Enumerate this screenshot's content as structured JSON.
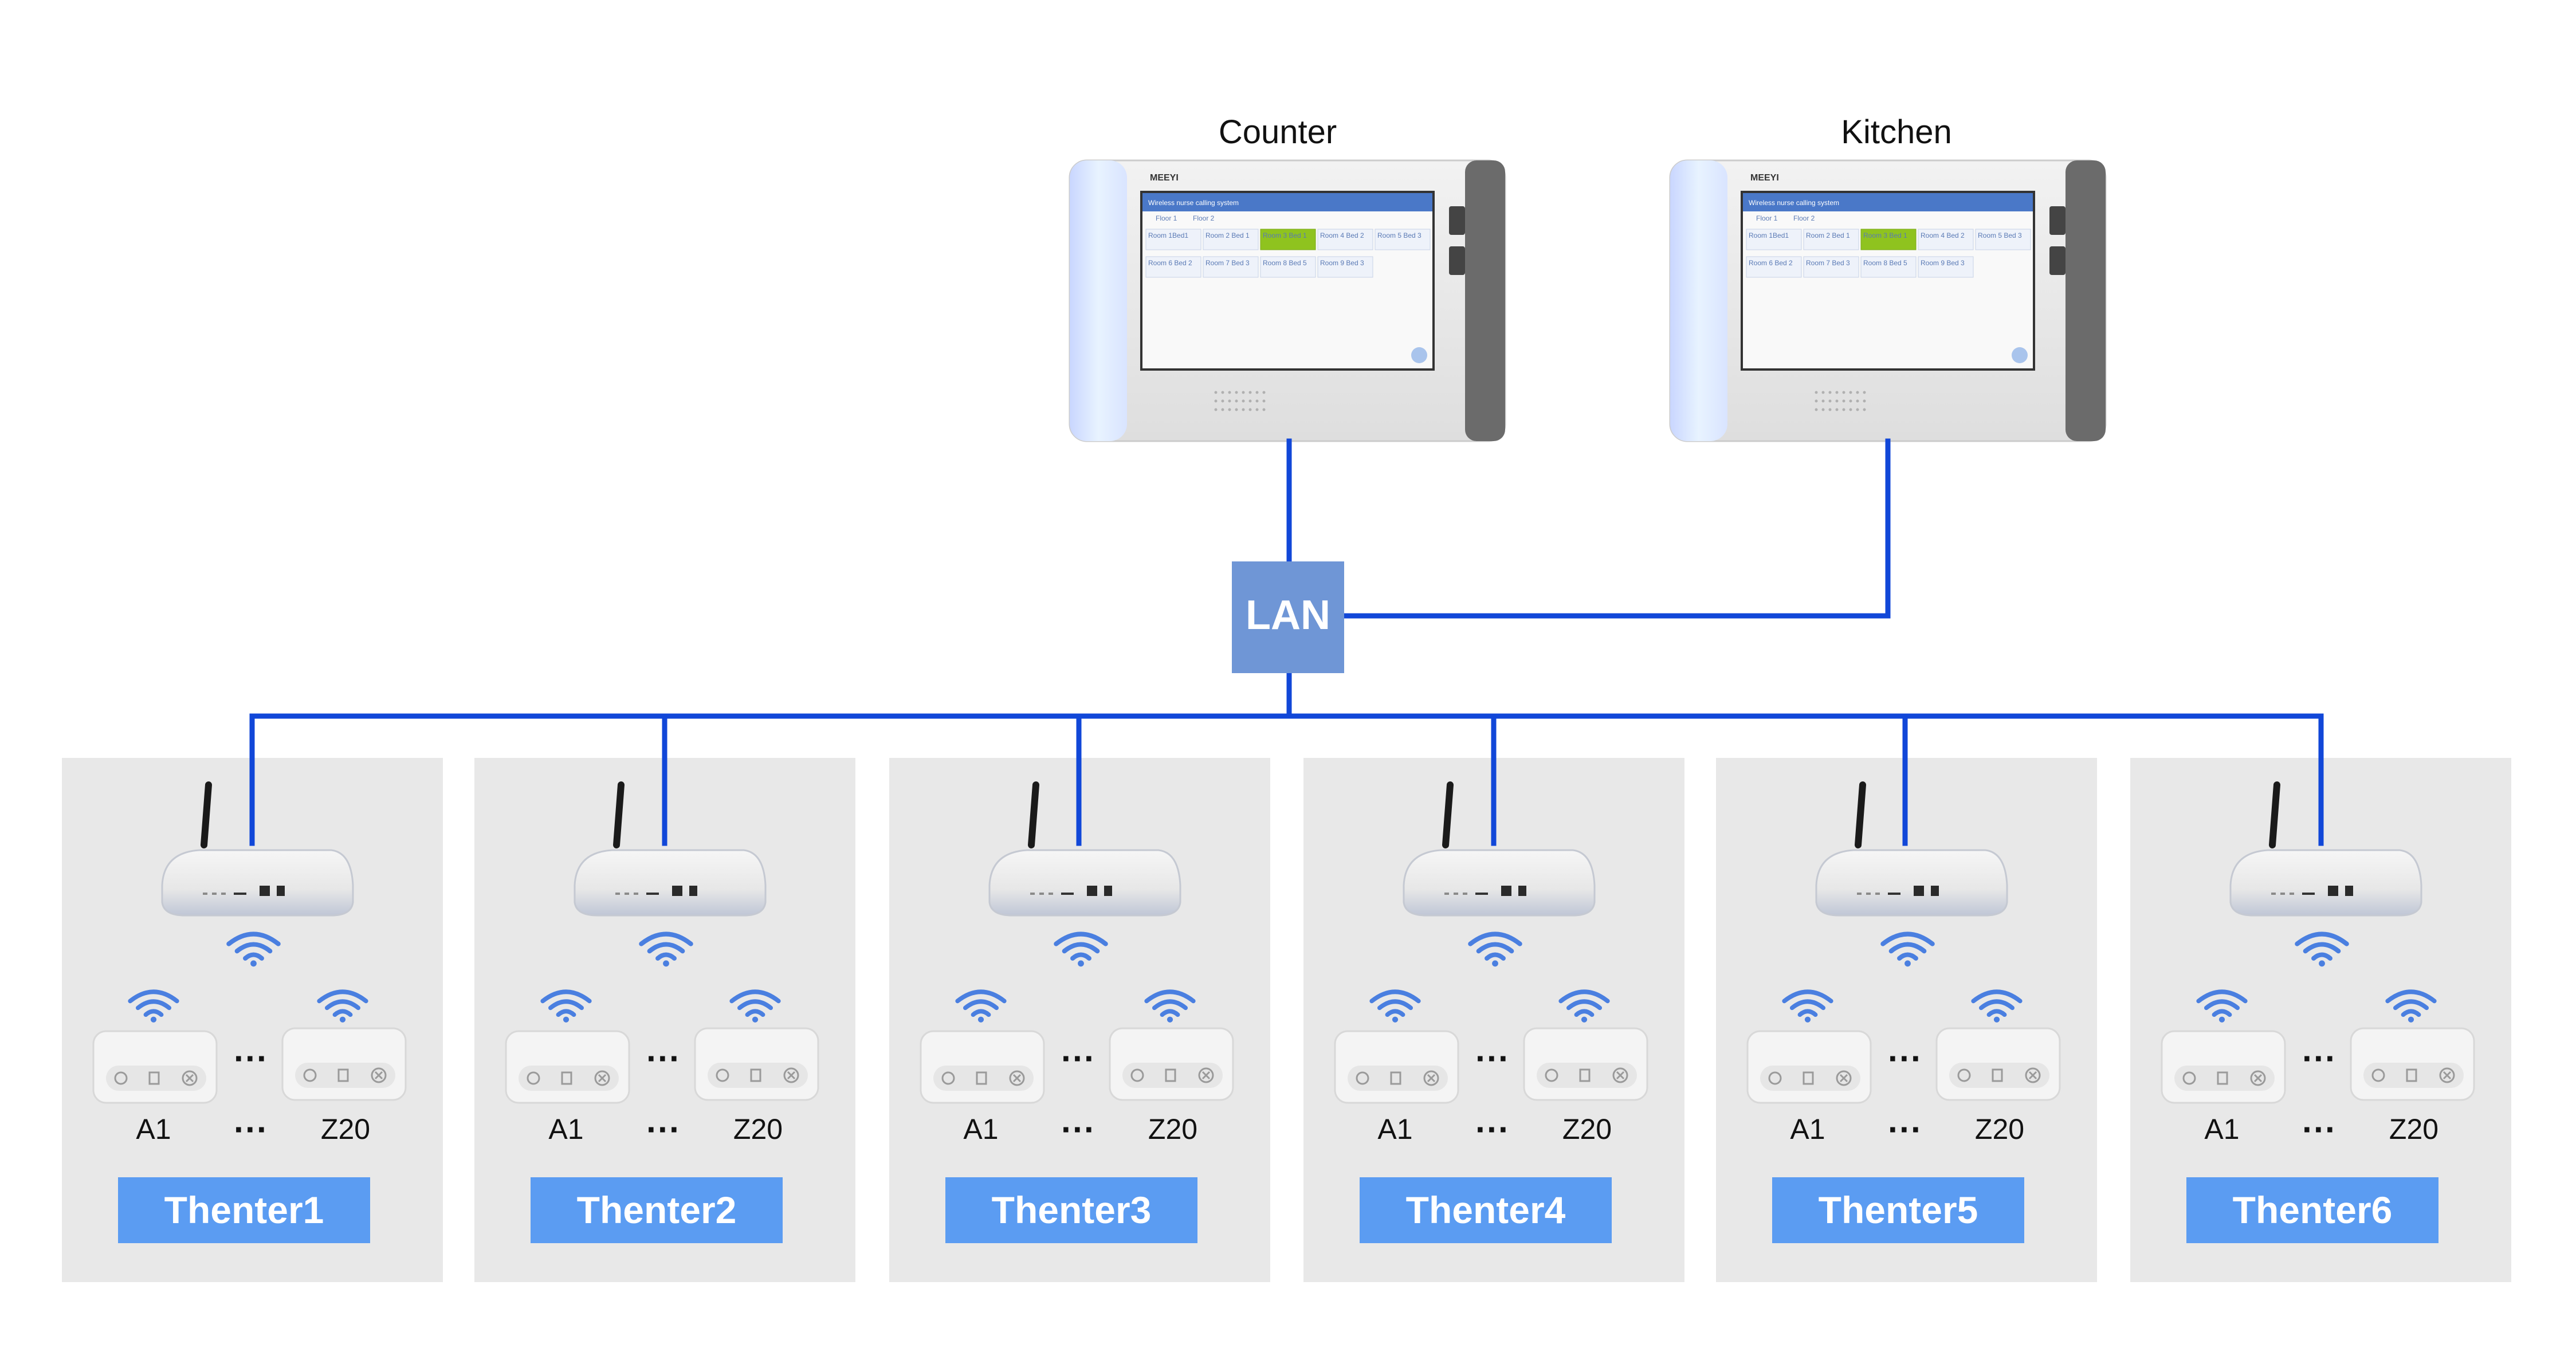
{
  "lan": {
    "label": "LAN"
  },
  "terminals": [
    {
      "title": "Counter",
      "brand": "MEEYI",
      "screen_title": "Wireless nurse calling system",
      "tabs": [
        "Floor 1",
        "Floor 2"
      ],
      "rooms": [
        "Room 1Bed1",
        "Room 2 Bed 1",
        "Room 3 Bed 1",
        "Room 4 Bed 2",
        "Room 5 Bed 3",
        "Room 6 Bed 2",
        "Room 7 Bed 3",
        "Room 8 Bed 5",
        "Room 9 Bed 3"
      ],
      "active_room": 2
    },
    {
      "title": "Kitchen",
      "brand": "MEEYI",
      "screen_title": "Wireless nurse calling system",
      "tabs": [
        "Floor 1",
        "Floor 2"
      ],
      "rooms": [
        "Room 1Bed1",
        "Room 2 Bed 1",
        "Room 3 Bed 1",
        "Room 4 Bed 2",
        "Room 5 Bed 3",
        "Room 6 Bed 2",
        "Room 7 Bed 3",
        "Room 8 Bed 5",
        "Room 9 Bed 3"
      ],
      "active_room": 2
    }
  ],
  "groups": [
    {
      "label": "Thenter1",
      "first_device": "A1",
      "last_device": "Z20",
      "ellipsis": "···"
    },
    {
      "label": "Thenter2",
      "first_device": "A1",
      "last_device": "Z20",
      "ellipsis": "···"
    },
    {
      "label": "Thenter3",
      "first_device": "A1",
      "last_device": "Z20",
      "ellipsis": "···"
    },
    {
      "label": "Thenter4",
      "first_device": "A1",
      "last_device": "Z20",
      "ellipsis": "···"
    },
    {
      "label": "Thenter5",
      "first_device": "A1",
      "last_device": "Z20",
      "ellipsis": "···"
    },
    {
      "label": "Thenter6",
      "first_device": "A1",
      "last_device": "Z20",
      "ellipsis": "···"
    }
  ],
  "colors": {
    "line": "#1147d8",
    "lan_box": "#6f96d6",
    "group_bg": "#e8e8e8",
    "group_button": "#5b9cf2",
    "wifi": "#4a7fe0",
    "screen_active": "#8fc31f"
  },
  "icons": {
    "router": "router-icon",
    "wifi": "wifi-icon",
    "call_button": "call-button-icon"
  }
}
